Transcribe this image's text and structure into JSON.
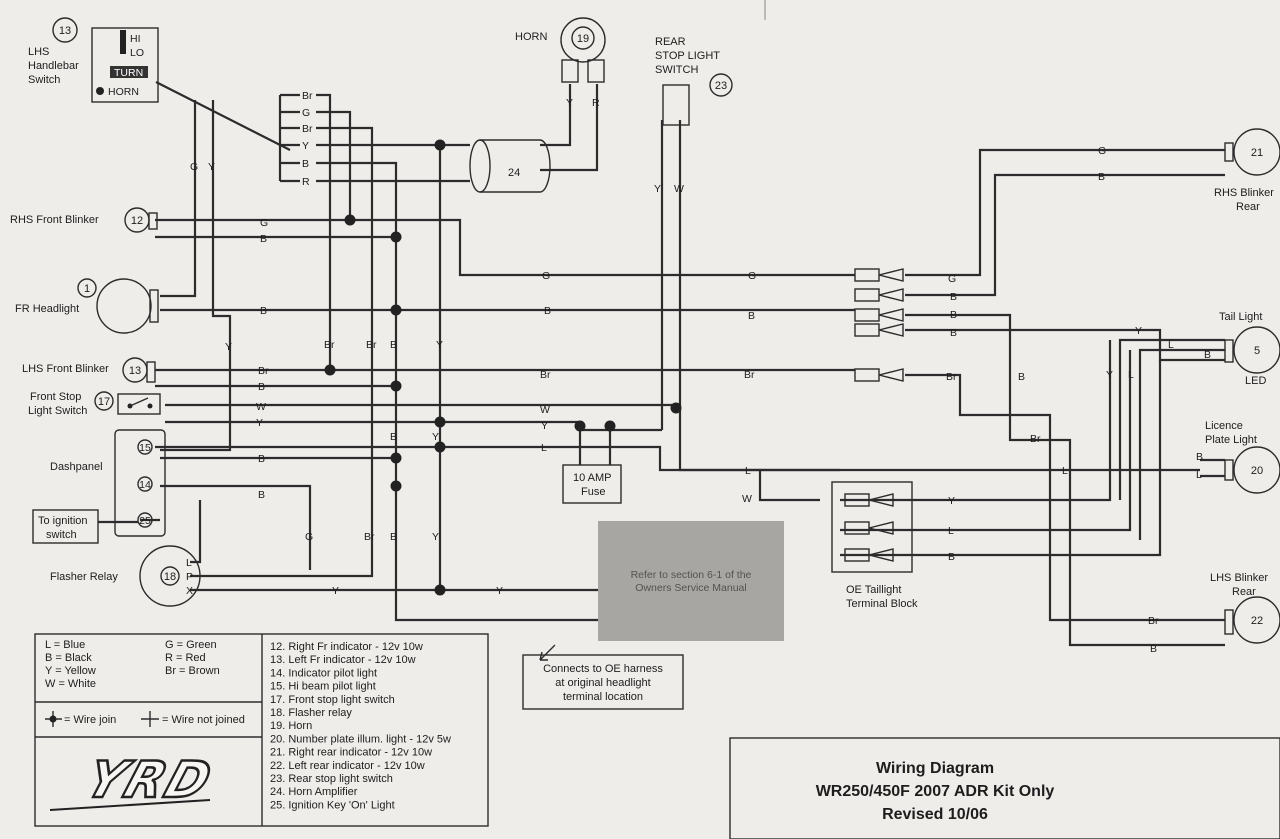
{
  "components": {
    "handlebar_switch": {
      "num": "13",
      "name1": "LHS",
      "name2": "Handlebar",
      "name3": "Switch",
      "hi": "HI",
      "lo": "LO",
      "turn": "TURN",
      "horn": "HORN"
    },
    "horn": {
      "label": "HORN",
      "num": "19"
    },
    "rear_stop_switch": {
      "line1": "REAR",
      "line2": "STOP LIGHT",
      "line3": "SWITCH",
      "num": "23"
    },
    "amplifier": {
      "num": "24"
    },
    "rhs_front_blinker": {
      "label": "RHS Front Blinker",
      "num": "12"
    },
    "fr_headlight": {
      "label": "FR Headlight",
      "num": "1"
    },
    "lhs_front_blinker": {
      "label": "LHS Front Blinker",
      "num": "13"
    },
    "front_stop_switch": {
      "line1": "Front Stop",
      "line2": "Light Switch",
      "num": "17"
    },
    "dashpanel": {
      "label": "Dashpanel",
      "n15": "15",
      "n14": "14",
      "n25": "25"
    },
    "ignition": {
      "line1": "To ignition",
      "line2": "switch"
    },
    "flasher_relay": {
      "label": "Flasher Relay",
      "num": "18",
      "L": "L",
      "P": "P",
      "X": "X"
    },
    "fuse": {
      "line1": "10 AMP",
      "line2": "Fuse"
    },
    "manual_box": {
      "line1": "Refer to section 6-1 of the",
      "line2": "Owners Service Manual"
    },
    "oe_block": {
      "line1": "OE Taillight",
      "line2": "Terminal Block"
    },
    "connects_note": {
      "line1": "Connects to OE harness",
      "line2": "at original headlight",
      "line3": "terminal location"
    },
    "rhs_blinker_rear": {
      "line1": "RHS Blinker",
      "line2": "Rear",
      "num": "21"
    },
    "tail_light": {
      "label": "Tail Light",
      "num": "5",
      "sub": "LED"
    },
    "licence_light": {
      "line1": "Licence",
      "line2": "Plate Light",
      "num": "20"
    },
    "lhs_blinker_rear": {
      "line1": "LHS Blinker",
      "line2": "Rear",
      "num": "22"
    }
  },
  "wire_tags": {
    "br": "Br",
    "g": "G",
    "y": "Y",
    "b": "B",
    "r": "R",
    "l": "L",
    "w": "W"
  },
  "legend": {
    "colors_left": [
      "L = Blue",
      "B = Black",
      "Y = Yellow",
      "W = White"
    ],
    "colors_right": [
      "G = Green",
      "R = Red",
      "Br = Brown"
    ],
    "wire_join": "= Wire join",
    "wire_not_joined": "= Wire not joined",
    "logo": "YRD"
  },
  "parts": [
    "12. Right Fr indicator - 12v 10w",
    "13. Left Fr indicator - 12v 10w",
    "14. Indicator pilot light",
    "15. Hi beam pilot light",
    "17. Front stop light switch",
    "18. Flasher relay",
    "19. Horn",
    "20. Number plate illum. light - 12v 5w",
    "21. Right rear indicator - 12v 10w",
    "22. Left rear indicator - 12v 10w",
    "23. Rear stop light switch",
    "24. Horn Amplifier",
    "25. Ignition Key 'On' Light"
  ],
  "title_block": {
    "line1": "Wiring Diagram",
    "line2": "WR250/450F 2007 ADR Kit Only",
    "line3": "Revised 10/06"
  }
}
